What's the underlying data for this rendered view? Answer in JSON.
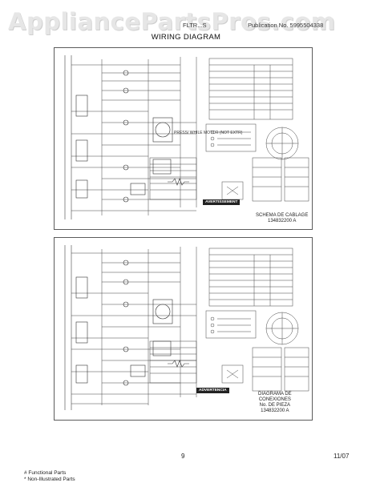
{
  "watermark": "AppliancePartsPros.com",
  "header": {
    "model": "FLTR...S",
    "publication": "Publication No. 5995504338"
  },
  "title": "WIRING DIAGRAM",
  "upper_panel": {
    "schema_line1": "SCHEMA DE CABLAGE",
    "schema_line2": "134832200 A",
    "warning": "AVERTISSEMENT",
    "phase_note": "PRESS/ WHILE MOTOR (NOT EXTR)"
  },
  "lower_panel": {
    "schema_line1": "DIAGRAMA DE",
    "schema_line2": "CONEXIONES",
    "schema_line3": "No. DE PIEZA",
    "schema_line4": "134832200 A",
    "warning": "ADVERTENCIA"
  },
  "footer": {
    "page": "9",
    "date": "11/07"
  },
  "notes": [
    "# Functional Parts",
    "* Non-Illustrated Parts"
  ]
}
